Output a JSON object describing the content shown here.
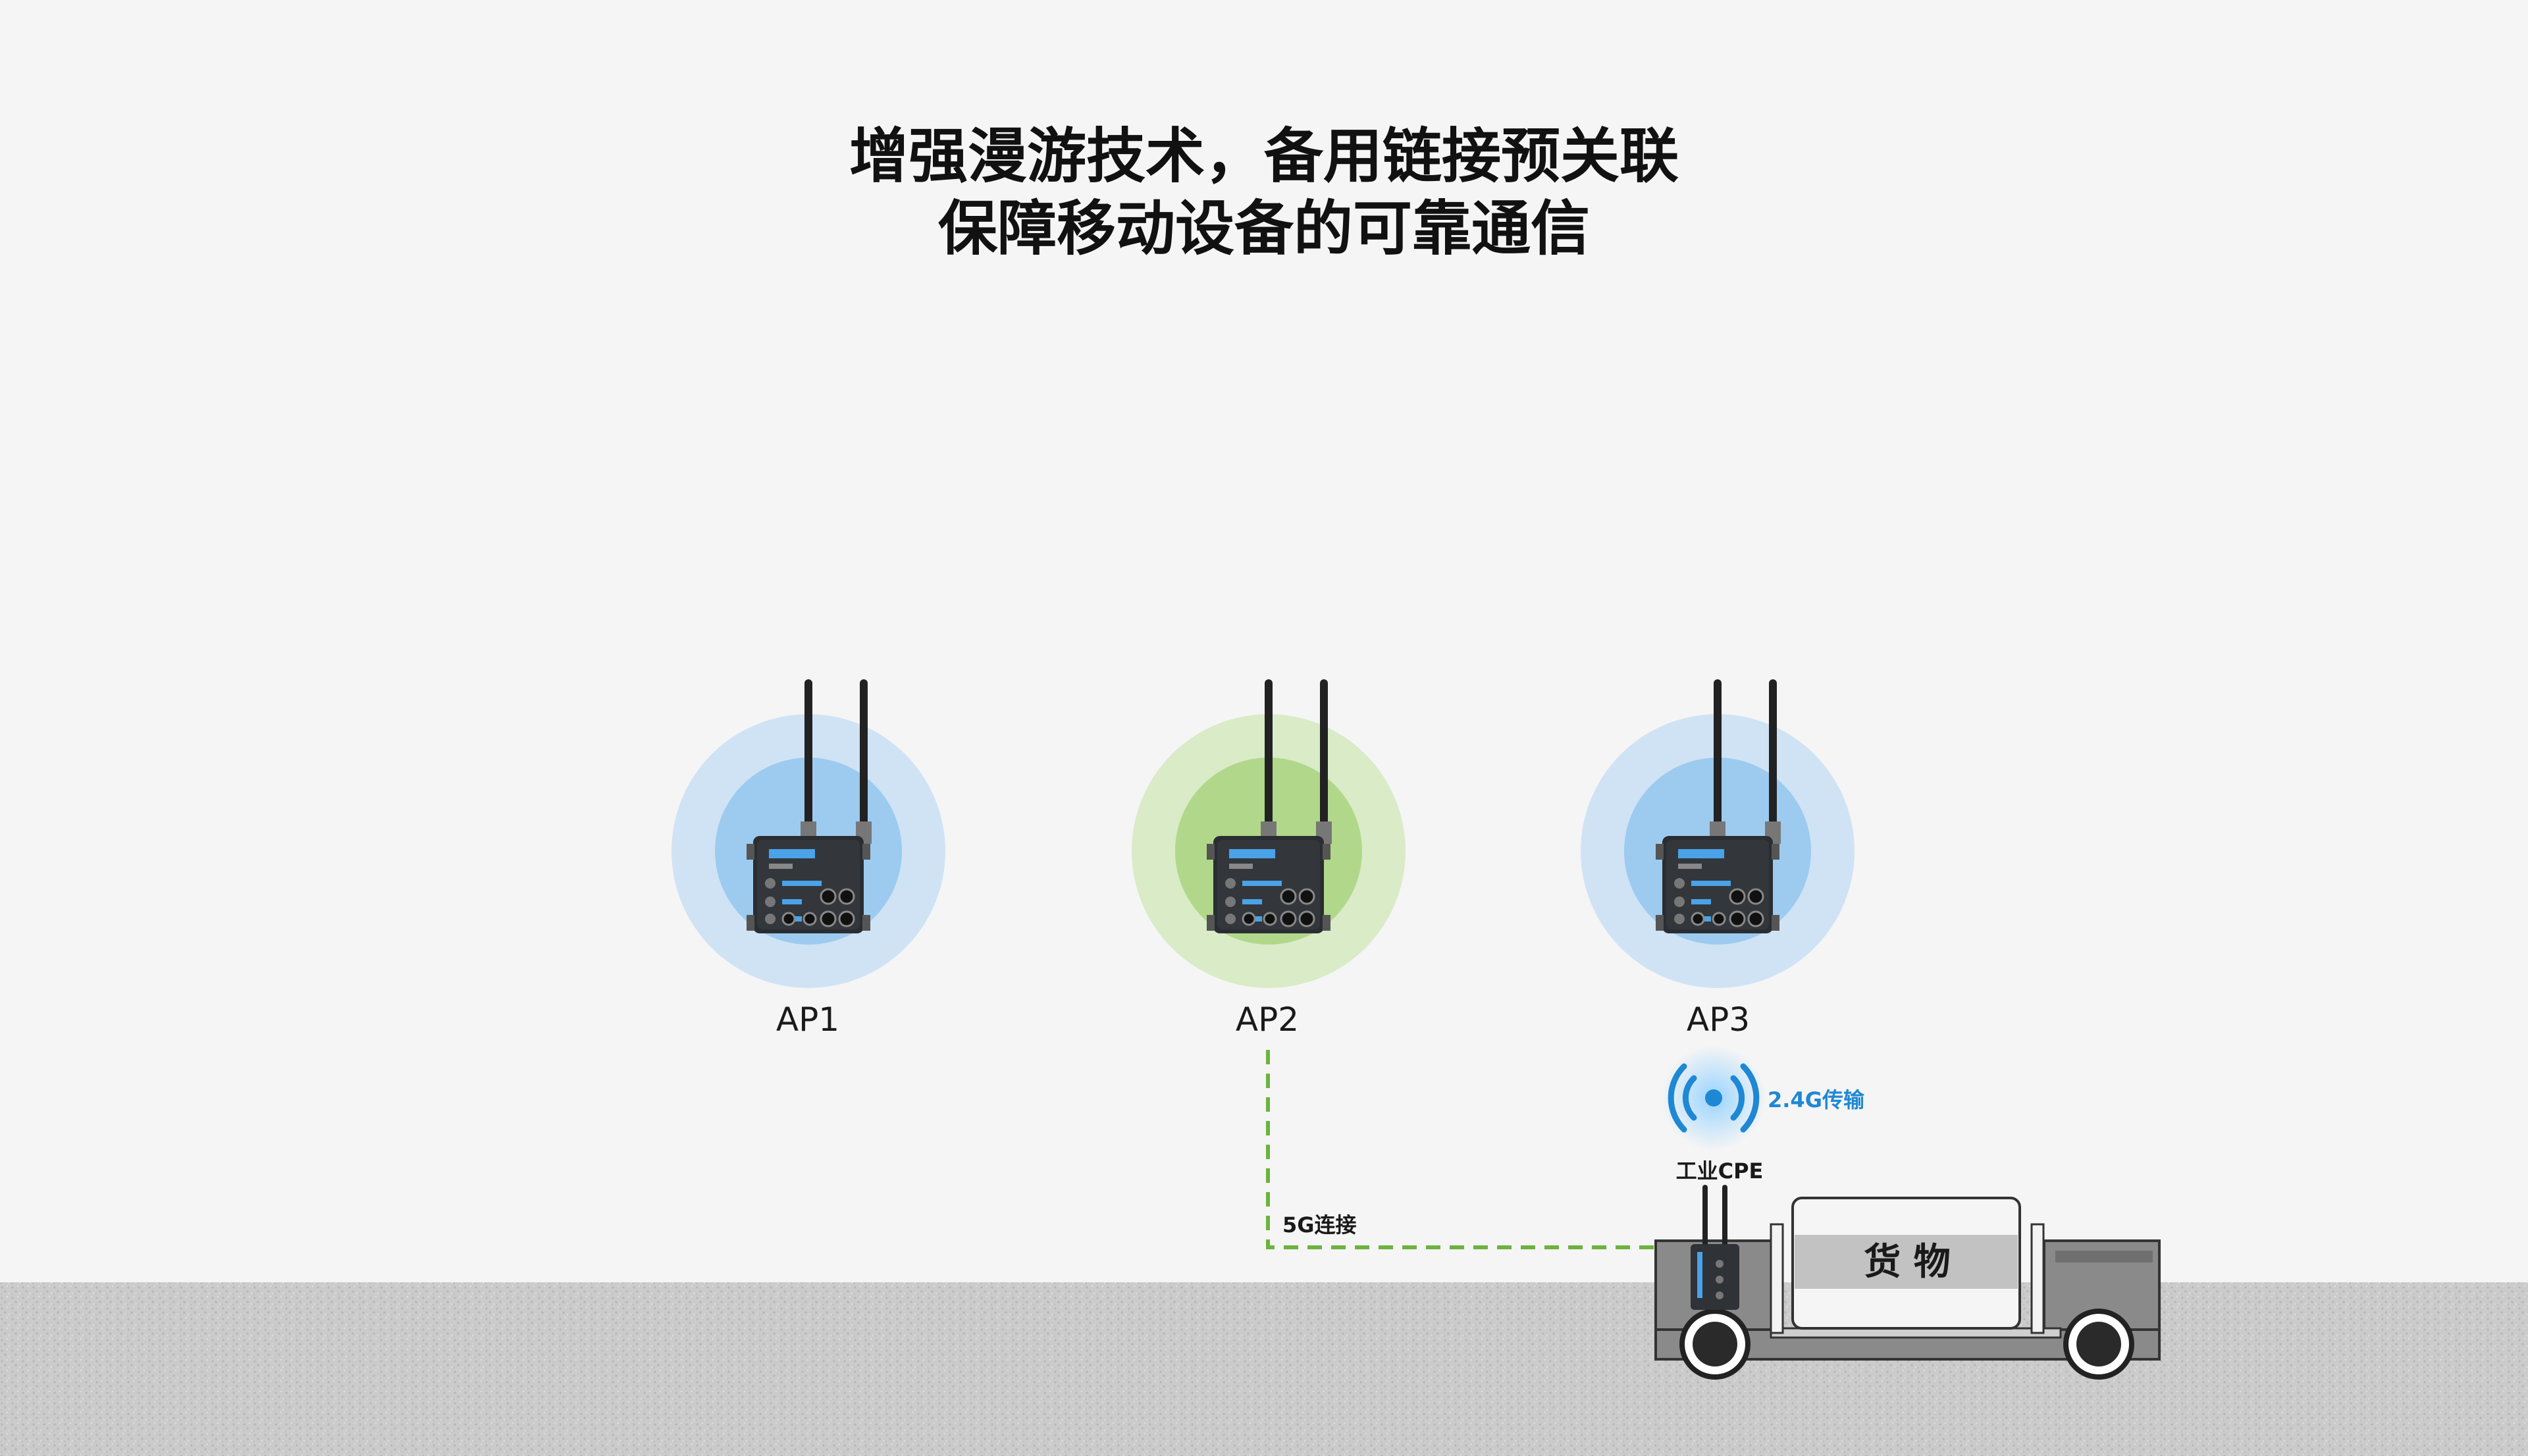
{
  "title": {
    "line1": "增强漫游技术，备用链接预关联",
    "line2": "保障移动设备的可靠通信"
  },
  "access_points": [
    {
      "label": "AP1",
      "ring_color": "blue",
      "active": false
    },
    {
      "label": "AP2",
      "ring_color": "green",
      "active": true
    },
    {
      "label": "AP3",
      "ring_color": "blue",
      "active": false
    }
  ],
  "links": {
    "backup_link_label": "5G连接",
    "wireless_label": "2.4G传输"
  },
  "cpe": {
    "label": "工业CPE"
  },
  "cargo": {
    "label": "货 物"
  },
  "colors": {
    "blue_outer": "#cfe3f5",
    "blue_inner": "#9dcbef",
    "green_outer": "#d9ebc7",
    "green_inner": "#b1d88a",
    "link_green": "#6db33f",
    "signal_blue": "#1e88d4",
    "ground": "#c9c9c9"
  }
}
